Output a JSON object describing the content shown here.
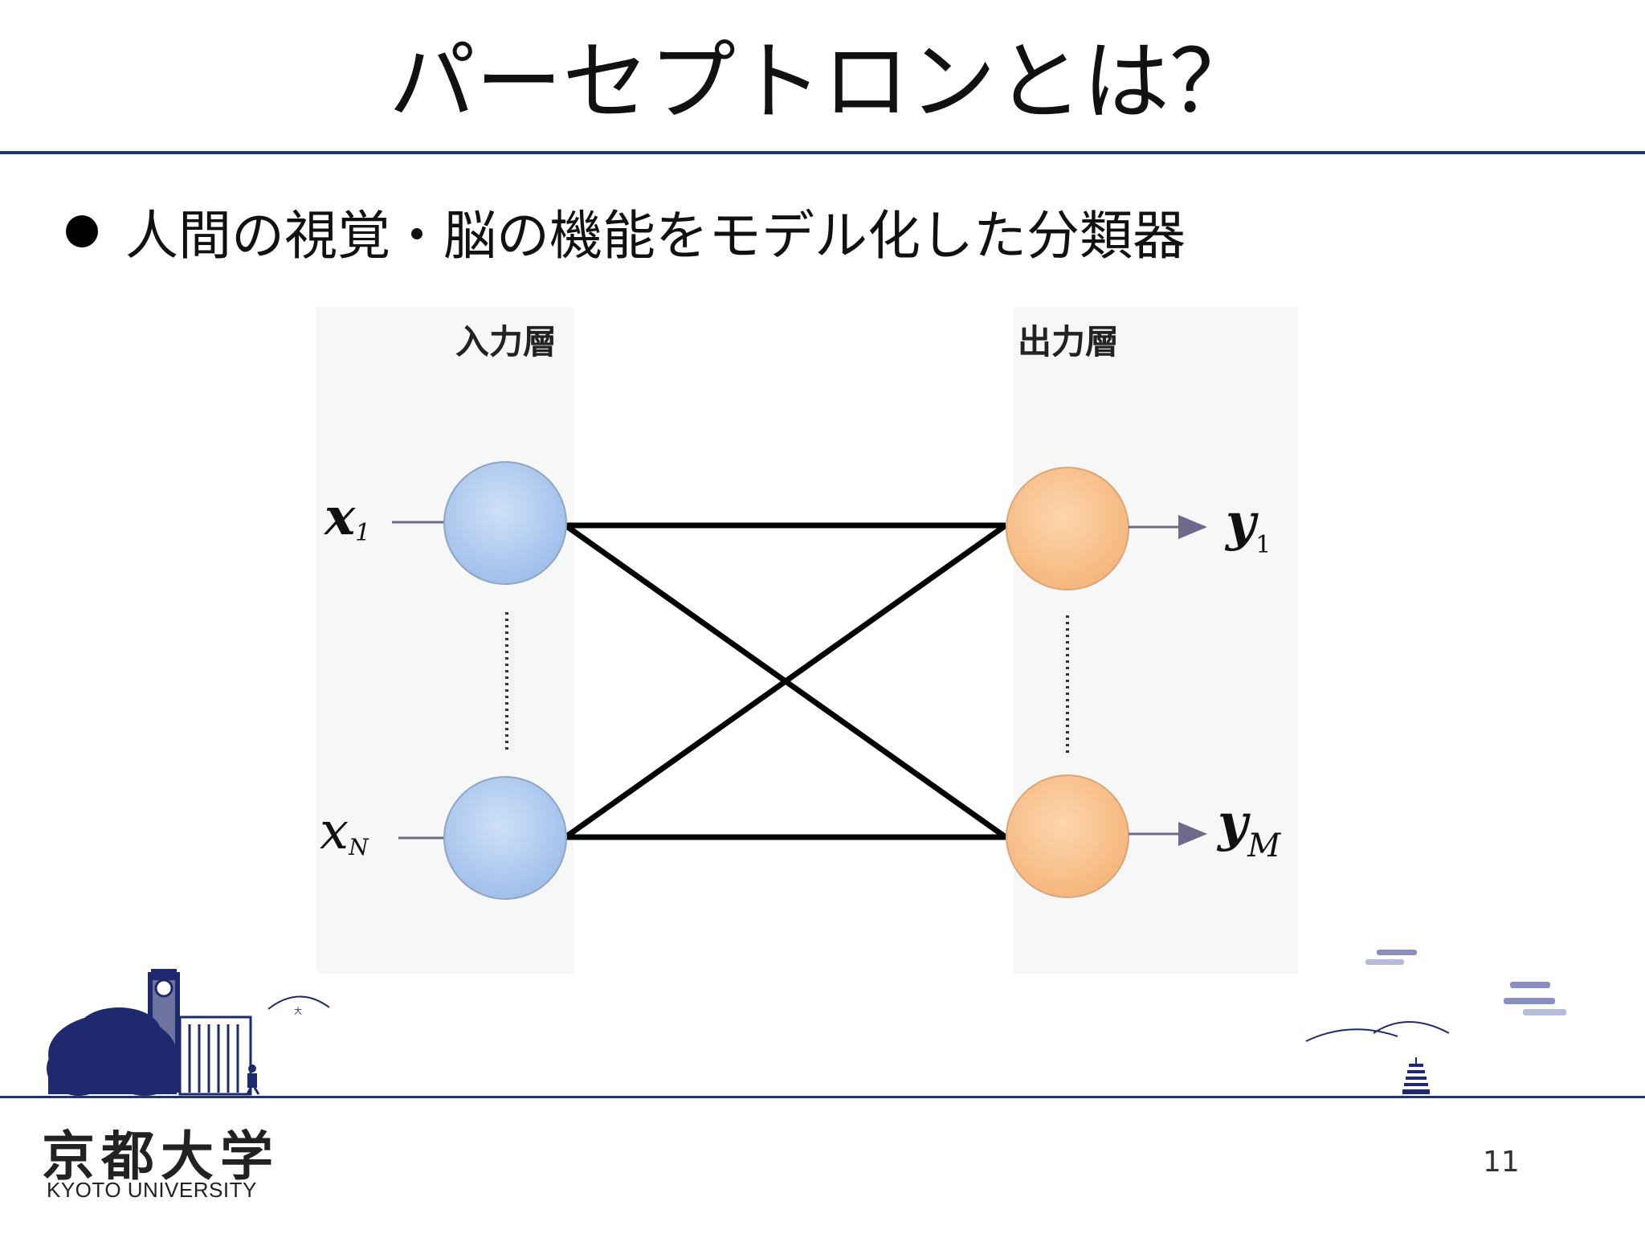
{
  "slide": {
    "title": "パーセプトロンとは？",
    "bullet": "人間の視覚・脳の機能をモデル化した分類器",
    "page_number": "11"
  },
  "diagram": {
    "input_layer_label": "入力層",
    "output_layer_label": "出力層",
    "inputs": [
      {
        "var": "x",
        "sub": "1"
      },
      {
        "var": "x",
        "sub": "N"
      }
    ],
    "outputs": [
      {
        "var": "y",
        "sub": "1"
      },
      {
        "var": "y",
        "sub": "M"
      }
    ],
    "colors": {
      "input_node": "#a9c8f0",
      "output_node": "#f8c089",
      "connection": "#000000",
      "arrow": "#6e6a8c"
    }
  },
  "footer": {
    "logo_jp": "京都大学",
    "logo_en": "KYOTO UNIVERSITY",
    "accent": "#1f3868"
  }
}
